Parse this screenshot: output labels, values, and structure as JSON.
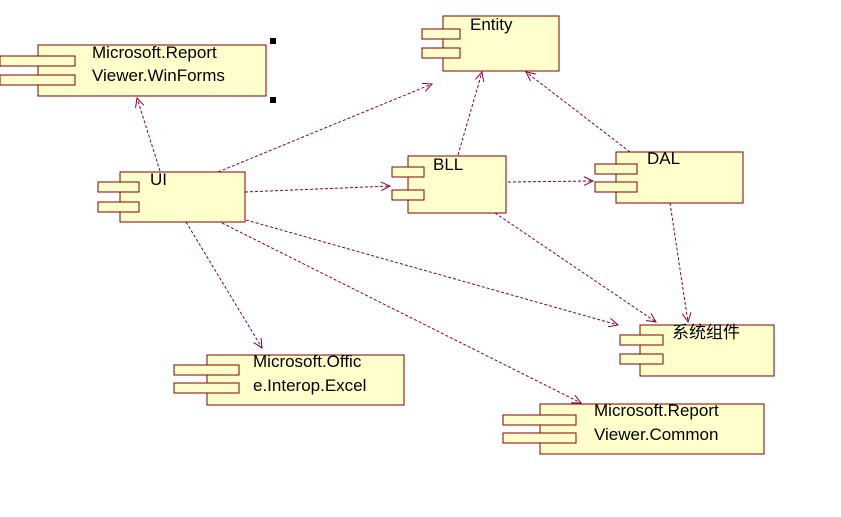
{
  "colors": {
    "component_fill": "#ffffcc",
    "component_border": "#800000",
    "dependency_line": "#800040",
    "label_text": "#000000",
    "background": "#ffffff"
  },
  "components": {
    "entity": {
      "label": "Entity"
    },
    "reportviewer_winforms": {
      "line1": "Microsoft.Report",
      "line2": "Viewer.WinForms"
    },
    "ui": {
      "label": "UI"
    },
    "bll": {
      "label": "BLL"
    },
    "dal": {
      "label": "DAL"
    },
    "system_components": {
      "label": "系统组件"
    },
    "office_interop_excel": {
      "line1": "Microsoft.Offic",
      "line2": "e.Interop.Excel"
    },
    "reportviewer_common": {
      "line1": "Microsoft.Report",
      "line2": "Viewer.Common"
    }
  },
  "dependencies": [
    {
      "from": "ui",
      "to": "reportviewer_winforms"
    },
    {
      "from": "ui",
      "to": "entity"
    },
    {
      "from": "ui",
      "to": "bll"
    },
    {
      "from": "ui",
      "to": "system_components"
    },
    {
      "from": "ui",
      "to": "office_interop_excel"
    },
    {
      "from": "ui",
      "to": "reportviewer_common"
    },
    {
      "from": "bll",
      "to": "entity"
    },
    {
      "from": "bll",
      "to": "dal"
    },
    {
      "from": "bll",
      "to": "system_components"
    },
    {
      "from": "dal",
      "to": "entity"
    },
    {
      "from": "dal",
      "to": "system_components"
    }
  ],
  "selection": {
    "selected_component": "reportviewer_winforms"
  }
}
